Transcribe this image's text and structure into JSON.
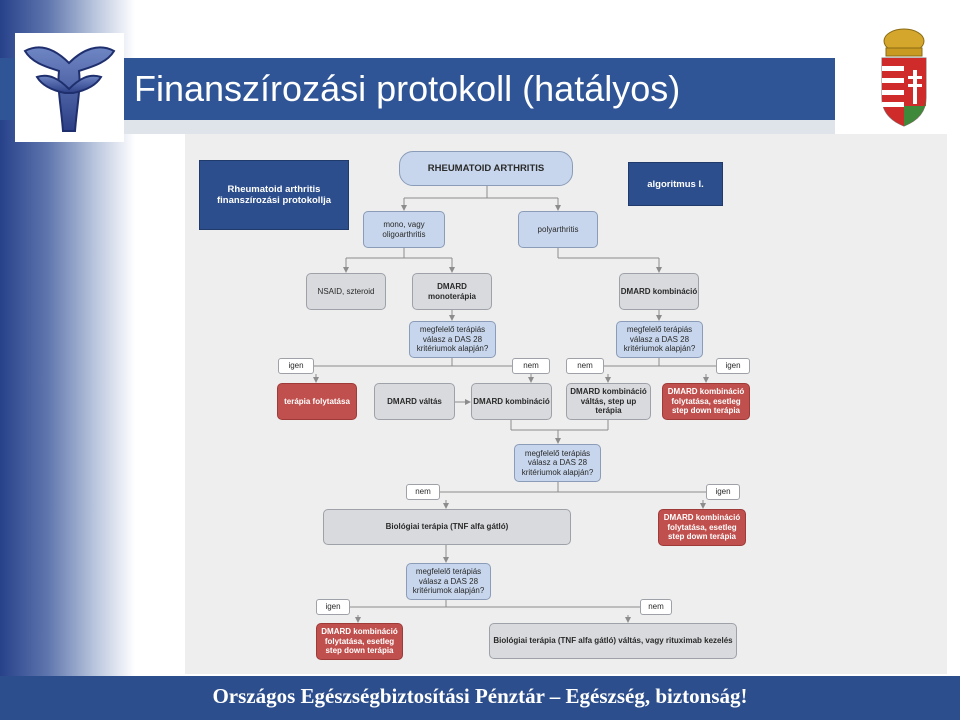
{
  "slide": {
    "title": "Finanszírozási protokoll (hatályos)",
    "footer": "Országos Egészségbiztosítási Pénztár – Egészség, biztonság!"
  },
  "colors": {
    "title_band": "#2f5597",
    "footer": "#2c4e8c",
    "node_blue": "#c7d6ec",
    "node_red": "#c0504d",
    "node_dark": "#2c4e8c"
  },
  "diagram": {
    "header_box": "Rheumatoid arthritis finanszírozási protokollja",
    "algorithm_label": "algoritmus I.",
    "root": "RHEUMATOID ARTHRITIS",
    "mono": "mono, vagy oligoarthritis",
    "poly": "polyarthritis",
    "nsaid": "NSAID, szteroid",
    "dmard_mono": "DMARD monoterápia",
    "dmard_komb_top": "DMARD kombináció",
    "q1_left": "megfelelő terápiás válasz a DAS 28 kritériumok alapján?",
    "q1_right": "megfelelő terápiás válasz a DAS 28 kritériumok alapján?",
    "igen": "igen",
    "nem": "nem",
    "terapia_folytatasa": "terápia folytatása",
    "dmard_valtas": "DMARD váltás",
    "dmard_kombinacio": "DMARD kombináció",
    "dmard_komb_stepup": "DMARD kombináció váltás, step up terápia",
    "dmard_komb_folyt": "DMARD kombináció folytatása, esetleg step down terápia",
    "q_mid": "megfelelő terápiás válasz a DAS 28 kritériumok alapján?",
    "biologiai": "Biológiai terápia (TNF alfa gátló)",
    "q_low": "megfelelő terápiás válasz a DAS 28 kritériumok alapján?",
    "biologiai_valtas": "Biológiai terápia (TNF alfa gátló) váltás, vagy rituximab kezelés"
  }
}
